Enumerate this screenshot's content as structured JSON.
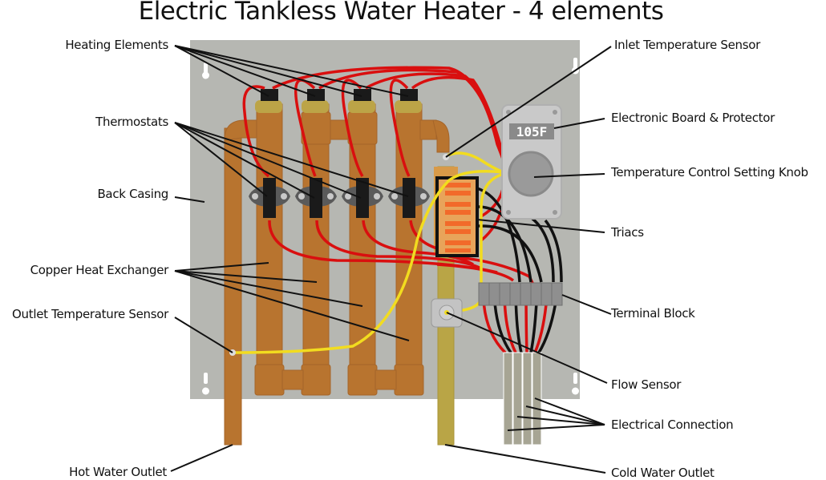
{
  "title": "Electric Tankless Water Heater - 4 elements",
  "display": {
    "reading": "105F"
  },
  "labels_left": [
    {
      "id": "heating-elements",
      "text": "Heating Elements"
    },
    {
      "id": "thermostats",
      "text": "Thermostats"
    },
    {
      "id": "back-casing",
      "text": "Back Casing"
    },
    {
      "id": "copper-heat-exchanger",
      "text": "Copper Heat Exchanger"
    },
    {
      "id": "outlet-temperature-sensor",
      "text": "Outlet Temperature Sensor"
    },
    {
      "id": "hot-water-outlet",
      "text": "Hot Water Outlet"
    }
  ],
  "labels_right": [
    {
      "id": "inlet-temperature-sensor",
      "text": "Inlet Temperature Sensor"
    },
    {
      "id": "electronic-board",
      "text": "Electronic Board & Protector"
    },
    {
      "id": "temperature-knob",
      "text": "Temperature Control Setting Knob"
    },
    {
      "id": "triacs",
      "text": "Triacs"
    },
    {
      "id": "terminal-block",
      "text": "Terminal Block"
    },
    {
      "id": "flow-sensor",
      "text": "Flow Sensor"
    },
    {
      "id": "electrical-connection",
      "text": "Electrical Connection"
    },
    {
      "id": "cold-water-outlet",
      "text": "Cold Water Outlet"
    }
  ],
  "colors": {
    "casing": "#b6b7b2",
    "copper": "#b8742f",
    "brass": "#b9a546",
    "wire_red": "#d90f0f",
    "wire_yellow": "#f2dc1f",
    "wire_black": "#111111",
    "panel": "#c9c9c9",
    "triac": "#f26a2a"
  }
}
